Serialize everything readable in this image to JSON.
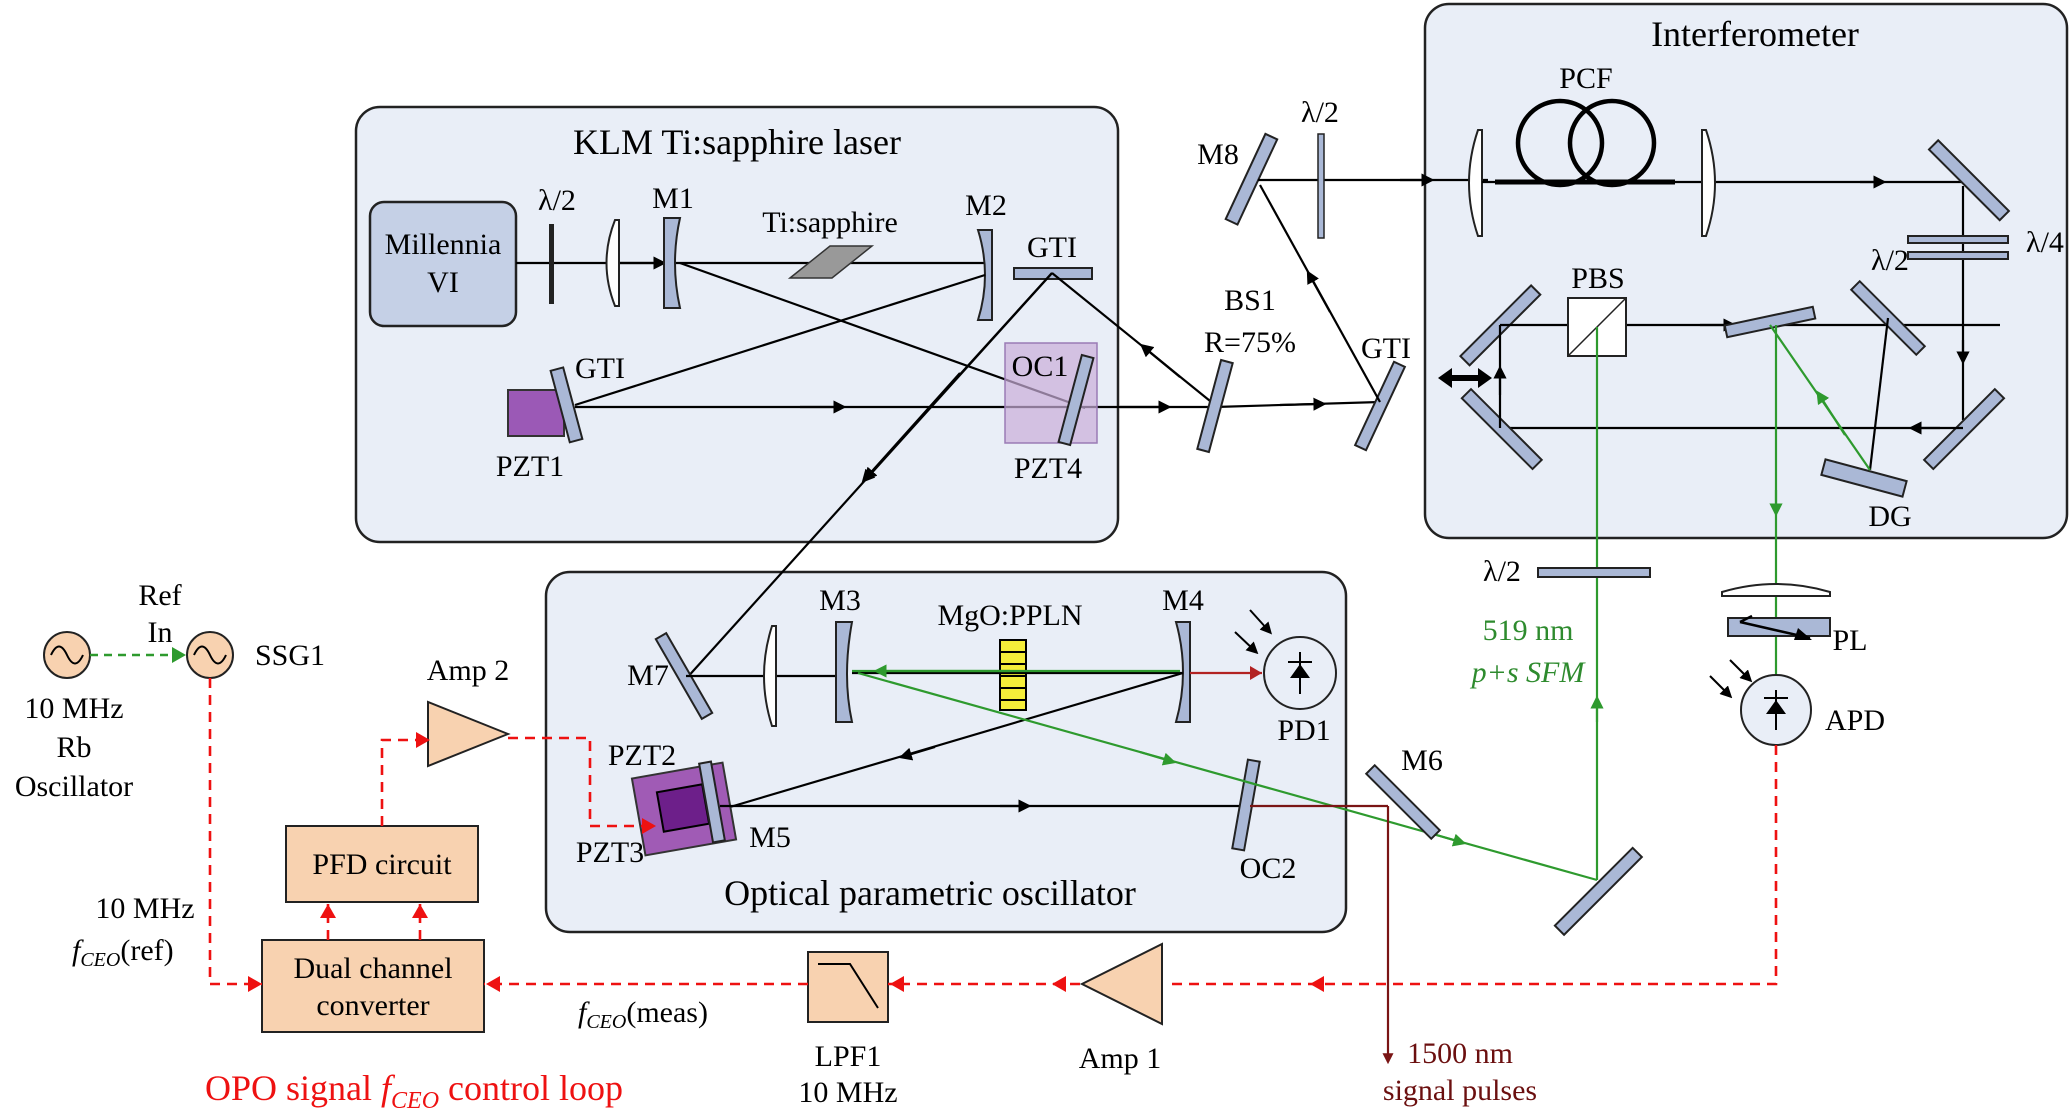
{
  "boxes": {
    "laser_title": "KLM Ti:sapphire laser",
    "opo_title": "Optical parametric oscillator",
    "interferometer_title": "Interferometer"
  },
  "components": {
    "millennia_line1": "Millennia",
    "millennia_line2": "VI",
    "half_wave": "λ/2",
    "quarter_wave": "λ/4",
    "m1": "M1",
    "m2": "M2",
    "m3": "M3",
    "m4": "M4",
    "m5": "M5",
    "m6": "M6",
    "m7": "M7",
    "m8": "M8",
    "ti_sapphire": "Ti:sapphire",
    "gti": "GTI",
    "oc1": "OC1",
    "oc2": "OC2",
    "pzt1": "PZT1",
    "pzt2": "PZT2",
    "pzt3": "PZT3",
    "pzt4": "PZT4",
    "bs1_line1": "BS1",
    "bs1_line2": "R=75%",
    "pcf": "PCF",
    "pbs": "PBS",
    "dg": "DG",
    "pl": "PL",
    "apd": "APD",
    "pd1": "PD1",
    "crystal": "MgO:PPLN",
    "amp1": "Amp 1",
    "amp2": "Amp 2",
    "ssg1": "SSG1",
    "ref_in_line1": "Ref",
    "ref_in_line2": "In",
    "rb_line1": "10 MHz",
    "rb_line2": "Rb",
    "rb_line3": "Oscillator",
    "pfd": "PFD circuit",
    "converter_line1": "Dual channel",
    "converter_line2": "converter",
    "lpf_line1": "LPF1",
    "lpf_line2": "10 MHz"
  },
  "annotations": {
    "sfm_line1": "519 nm",
    "sfm_line2": "p+s SFM",
    "signal_line1": "1500 nm",
    "signal_line2": "signal pulses",
    "fceo_ref_line1": "10 MHz",
    "fceo_ref_line2": "f",
    "fceo_ref_sub": "CEO",
    "fceo_ref_suffix": "(ref)",
    "fceo_meas_f": "f",
    "fceo_meas_sub": "CEO",
    "fceo_meas_suffix": "(meas)",
    "caption_prefix": "OPO signal ",
    "caption_f": "f",
    "caption_sub": "CEO",
    "caption_suffix": " control loop"
  },
  "colors": {
    "panel_fill": "#e9eef7",
    "optic_fill": "#aab8d6",
    "electronics_fill": "#f8d2b0",
    "feedback_red": "#ee1111",
    "sfm_green": "#2e9a2e",
    "signal_brown": "#7a1515"
  }
}
